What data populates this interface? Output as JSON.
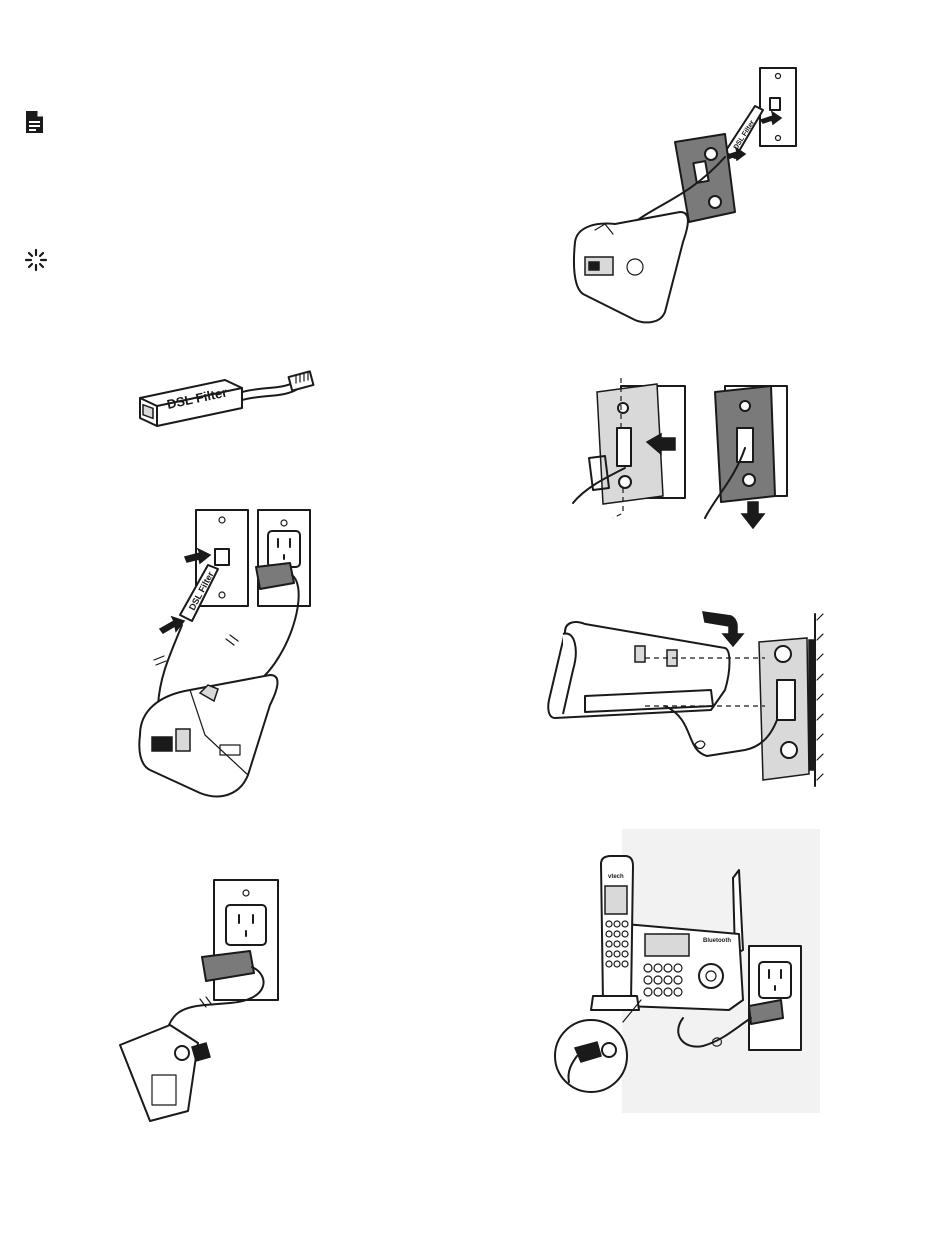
{
  "labels": {
    "dsl_filter": "DSL Filter",
    "dsl_filter_small": "DSL Filter",
    "dsl_filter_tiny": "DSL Filter",
    "brand": "vtech",
    "bluetooth": "Bluetooth"
  },
  "icons": {
    "note": "document-icon",
    "tip": "sparkle-icon"
  },
  "colors": {
    "line": "#1a1a1a",
    "panel_gray": "#7a7a7a",
    "scene_background": "#f2f2f2"
  }
}
